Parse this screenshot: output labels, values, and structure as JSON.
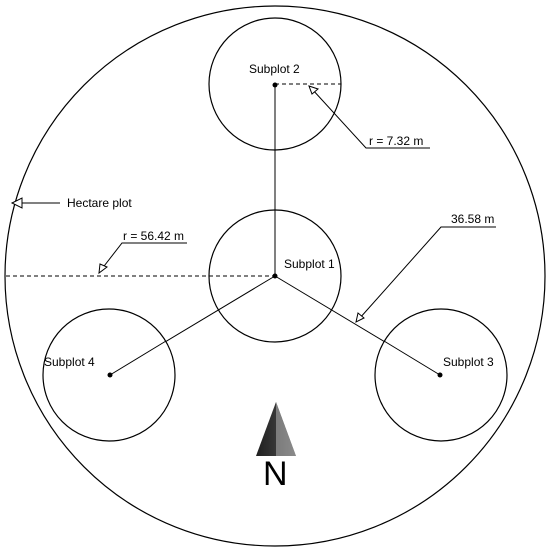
{
  "labels": {
    "hectare_plot": "Hectare plot",
    "subplot_1": "Subplot 1",
    "subplot_2": "Subplot 2",
    "subplot_3": "Subplot 3",
    "subplot_4": "Subplot 4",
    "large_radius": "r = 56.42 m",
    "small_radius": "r = 7.32 m",
    "distance": "36.58 m",
    "north": "N"
  },
  "colors": {
    "stroke": "#000000",
    "background": "#ffffff",
    "north_arrow_dark": "#2a2a2a",
    "north_arrow_light": "#9a9a9a"
  },
  "icons": {
    "north_arrow": "north-arrow-icon"
  }
}
